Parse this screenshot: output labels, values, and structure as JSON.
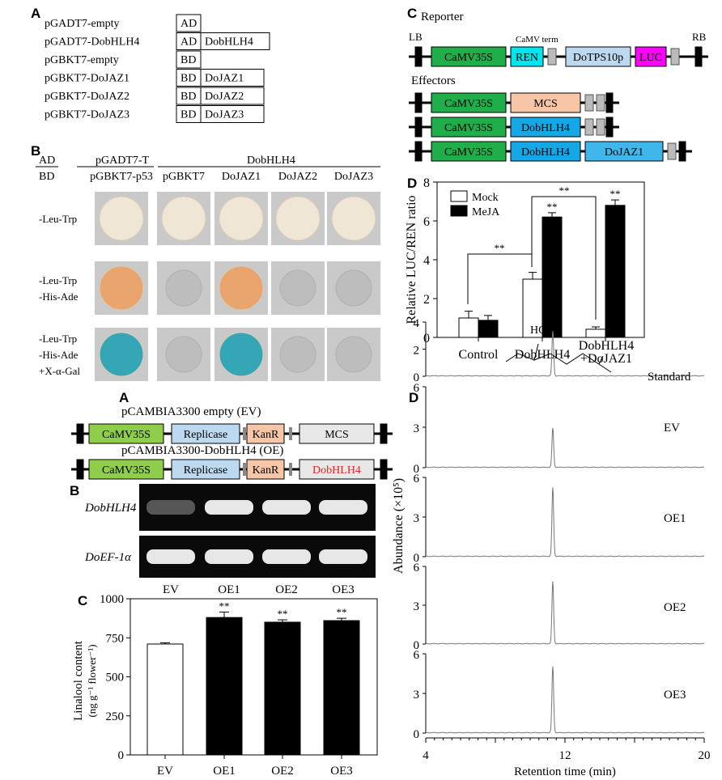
{
  "panel_letters": {
    "a1": "A",
    "b1": "B",
    "c1": "C",
    "d1": "D",
    "a2": "A",
    "b2": "B",
    "c2": "C",
    "d2": "D"
  },
  "y2h": {
    "rows": [
      {
        "name": "pGADT7-empty",
        "domains": [
          "AD"
        ]
      },
      {
        "name": "pGADT7-DobHLH4",
        "domains": [
          "AD",
          "DobHLH4"
        ]
      },
      {
        "name": "pGBKT7-empty",
        "domains": [
          "BD"
        ]
      },
      {
        "name": "pGBKT7-DoJAZ1",
        "domains": [
          "BD",
          "DoJAZ1"
        ]
      },
      {
        "name": "pGBKT7-DoJAZ2",
        "domains": [
          "BD",
          "DoJAZ2"
        ]
      },
      {
        "name": "pGBKT7-DoJAZ3",
        "domains": [
          "BD",
          "DoJAZ3"
        ]
      }
    ]
  },
  "yeast": {
    "ad_label": "AD",
    "bd_label": "BD",
    "group1": "pGADT7-T",
    "group2": "DobHLH4",
    "columns": [
      "pGBKT7-p53",
      "pGBKT7",
      "DoJAZ1",
      "DoJAZ2",
      "DoJAZ3"
    ],
    "media": [
      [
        "-Leu-Trp"
      ],
      [
        "-Leu-Trp",
        "-His-Ade"
      ],
      [
        "-Leu-Trp",
        "-His-Ade",
        "+X-α-Gal"
      ]
    ],
    "growth": [
      [
        1,
        1,
        1,
        1,
        1
      ],
      [
        1,
        0,
        1,
        0,
        0
      ],
      [
        1,
        0,
        1,
        0,
        0
      ]
    ]
  },
  "reporter": {
    "title": "Reporter",
    "lb": "LB",
    "rb": "RB",
    "term": "CaMV term",
    "parts": [
      "CaMV35S",
      "REN",
      "DoTPS10p",
      "LUC"
    ],
    "effectors_title": "Effectors",
    "effectors": [
      [
        "CaMV35S",
        "MCS"
      ],
      [
        "CaMV35S",
        "DobHLH4"
      ],
      [
        "CaMV35S",
        "DobHLH4",
        "DoJAZ1"
      ]
    ]
  },
  "colors": {
    "green": "#1fae4a",
    "cyan": "#00e5ee",
    "lightblue": "#bcd9ef",
    "magenta": "#ff00ff",
    "peach": "#f6c6a6",
    "blue": "#14a9e6",
    "lightgreen": "#8fce4a",
    "red": "#e8231f"
  },
  "vectors": {
    "ev_title": "pCAMBIA3300 empty (EV)",
    "oe_title": "pCAMBIA3300-DobHLH4 (OE)",
    "ev_parts": [
      "CaMV35S",
      "Replicase",
      "KanR",
      "MCS"
    ],
    "oe_parts": [
      "CaMV35S",
      "Replicase",
      "KanR",
      "DobHLH4"
    ]
  },
  "gel": {
    "genes": [
      "DobHLH4",
      "DoEF-1α"
    ],
    "lanes": [
      "EV",
      "OE1",
      "OE2",
      "OE3"
    ],
    "band_intensity": [
      [
        0.35,
        1,
        1,
        1
      ],
      [
        1,
        1,
        1,
        1
      ]
    ]
  },
  "chart_data": [
    {
      "id": "luc",
      "type": "bar",
      "ylabel": "Relative LUC/REN ratio",
      "ylim": [
        0,
        8
      ],
      "yticks": [
        0,
        2,
        4,
        6,
        8
      ],
      "categories": [
        "Control",
        "DobHLH4",
        "DobHLH4\n+DoJAZ1"
      ],
      "series": [
        {
          "name": "Mock",
          "values": [
            1.0,
            3.0,
            0.42
          ],
          "errors": [
            0.35,
            0.35,
            0.12
          ]
        },
        {
          "name": "MeJA",
          "values": [
            0.88,
            6.2,
            6.8
          ],
          "errors": [
            0.25,
            0.22,
            0.28
          ]
        }
      ],
      "significance": [
        "",
        "**",
        "**"
      ],
      "brackets": [
        "**",
        "**"
      ],
      "legend": "top-left"
    },
    {
      "id": "linalool",
      "type": "bar",
      "ylabel": "Linalool content",
      "yunit": "(ng g⁻¹ flower⁻¹)",
      "ylim": [
        0,
        1000
      ],
      "yticks": [
        0,
        250,
        500,
        750,
        1000
      ],
      "categories": [
        "EV",
        "OE1",
        "OE2",
        "OE3"
      ],
      "values": [
        710,
        880,
        850,
        860
      ],
      "errors": [
        8,
        35,
        15,
        15
      ],
      "significance": [
        "",
        "**",
        "**",
        "**"
      ]
    },
    {
      "id": "gcms",
      "type": "line",
      "xlabel": "Retention time (min)",
      "ylabel": "Abundance (×10⁵)",
      "xlim": [
        4,
        20
      ],
      "xticks": [
        4,
        12,
        20
      ],
      "traces": [
        {
          "name": "Standard",
          "ylim": [
            0,
            4
          ],
          "yticks": [
            0,
            2,
            4
          ],
          "peak_rt": 11.3,
          "peak_height": 3.3,
          "compound_label": "HO"
        },
        {
          "name": "EV",
          "ylim": [
            0,
            6
          ],
          "yticks": [
            0,
            3,
            6
          ],
          "peak_rt": 11.3,
          "peak_height": 2.9
        },
        {
          "name": "OE1",
          "ylim": [
            0,
            6
          ],
          "yticks": [
            0,
            3,
            6
          ],
          "peak_rt": 11.3,
          "peak_height": 5.2
        },
        {
          "name": "OE2",
          "ylim": [
            0,
            6
          ],
          "yticks": [
            0,
            3,
            6
          ],
          "peak_rt": 11.3,
          "peak_height": 4.8
        },
        {
          "name": "OE3",
          "ylim": [
            0,
            6
          ],
          "yticks": [
            0,
            3,
            6
          ],
          "peak_rt": 11.3,
          "peak_height": 5.0
        }
      ]
    }
  ]
}
